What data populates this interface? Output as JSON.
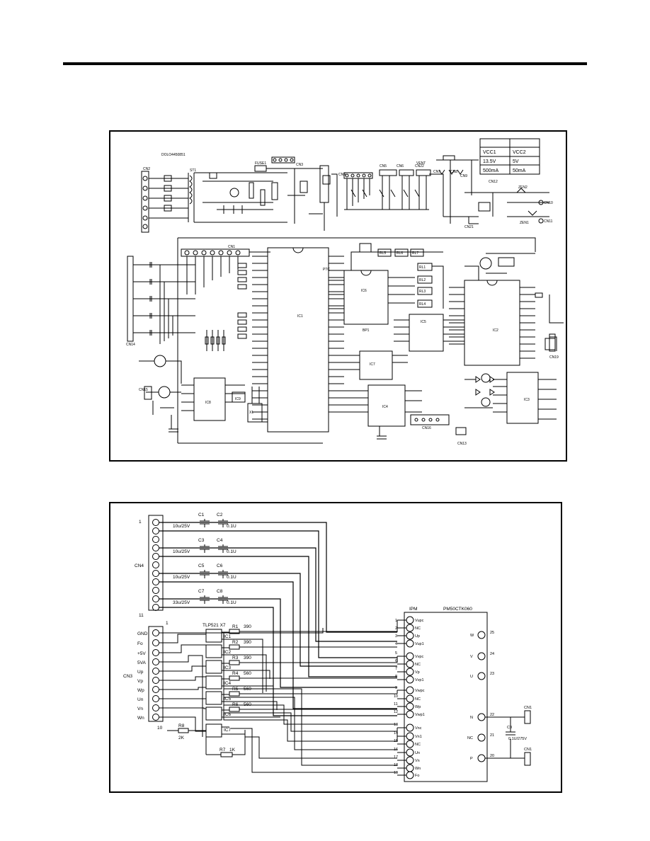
{
  "top": {
    "code": "DOLO4450851",
    "vcc_table": {
      "headers": [
        "VCC1",
        "VCC2"
      ],
      "rows": [
        [
          "13.5V",
          "5V"
        ],
        [
          "500mA",
          "50mA"
        ]
      ]
    },
    "ic_labels": [
      "IC1",
      "IC2",
      "IC3",
      "IC4",
      "IC5",
      "IC6",
      "IC7",
      "IC8",
      "IC9"
    ],
    "connectors": [
      "CN1",
      "CN2",
      "CN3",
      "CN4",
      "CN5",
      "CN6",
      "CN7",
      "CN8",
      "CN9",
      "CN10",
      "CN11",
      "CN12",
      "CN13",
      "CN14",
      "CN15",
      "CN16",
      "CN19",
      "CN21",
      "CN22"
    ],
    "relays": [
      "RL1",
      "RL2",
      "RL3",
      "RL4",
      "RL5",
      "RL6",
      "RL7"
    ],
    "misc": [
      "FUSE1",
      "ST1",
      "PTC",
      "ZEN1",
      "ZEN2",
      "X1",
      "BP1",
      "VENT"
    ]
  },
  "bottom": {
    "cn4": {
      "name": "CN4",
      "first": "1",
      "last": "11"
    },
    "caps": [
      {
        "left": "C1",
        "right": "C2",
        "left_val": "10u/25V",
        "right_val": "0.1U"
      },
      {
        "left": "C3",
        "right": "C4",
        "left_val": "10u/25V",
        "right_val": "0.1U"
      },
      {
        "left": "C5",
        "right": "C6",
        "left_val": "10u/25V",
        "right_val": "0.1U"
      },
      {
        "left": "C7",
        "right": "C8",
        "left_val": "33u/25V",
        "right_val": "0.1U"
      }
    ],
    "cn3": {
      "name": "CN3",
      "first": "1",
      "last": "10",
      "pins": [
        "GND",
        "Fo",
        "+5V",
        "5VA",
        "Up",
        "Vp",
        "Wp",
        "Un",
        "Vn",
        "Wn"
      ]
    },
    "opto_part": "TLP521 X7",
    "opto_ics": [
      "IC1",
      "IC2",
      "IC3",
      "IC4",
      "IC5",
      "IC6",
      "IC7"
    ],
    "resistors": [
      {
        "name": "R1",
        "val": "390"
      },
      {
        "name": "R2",
        "val": "390"
      },
      {
        "name": "R3",
        "val": "390"
      },
      {
        "name": "R4",
        "val": "560"
      },
      {
        "name": "R5",
        "val": "560"
      },
      {
        "name": "R6",
        "val": "560"
      }
    ],
    "r8": {
      "name": "R8",
      "val": "2K"
    },
    "r7": {
      "name": "R7",
      "val": "1K"
    },
    "ipm": {
      "label": "IPM",
      "part": "PM50CTK060",
      "left_pins": [
        {
          "n": "1",
          "name": "Vupc"
        },
        {
          "n": "2",
          "name": "NC"
        },
        {
          "n": "3",
          "name": "Up"
        },
        {
          "n": "4",
          "name": "Vup1"
        },
        {
          "n": "5",
          "name": "Vvpc"
        },
        {
          "n": "6",
          "name": "NC"
        },
        {
          "n": "7",
          "name": "Vp"
        },
        {
          "n": "8",
          "name": "Vvp1"
        },
        {
          "n": "9",
          "name": "Vwpc"
        },
        {
          "n": "10",
          "name": "NC"
        },
        {
          "n": "11",
          "name": "Wp"
        },
        {
          "n": "12",
          "name": "Vwp1"
        },
        {
          "n": "13",
          "name": "Vnc"
        },
        {
          "n": "14",
          "name": "Vn1"
        },
        {
          "n": "15",
          "name": "NC"
        },
        {
          "n": "16",
          "name": "Un"
        },
        {
          "n": "17",
          "name": "Vn"
        },
        {
          "n": "18",
          "name": "Wn"
        },
        {
          "n": "19",
          "name": "Fo"
        }
      ],
      "right_pins": [
        {
          "n": "25",
          "name": "W"
        },
        {
          "n": "24",
          "name": "V"
        },
        {
          "n": "23",
          "name": "U"
        },
        {
          "n": "22",
          "name": "N"
        },
        {
          "n": "21",
          "name": "NC"
        },
        {
          "n": "20",
          "name": "P"
        }
      ]
    },
    "c9": {
      "name": "C9",
      "val": "0.1U/275V"
    },
    "cn_out": [
      "CN1",
      "CN1"
    ]
  }
}
